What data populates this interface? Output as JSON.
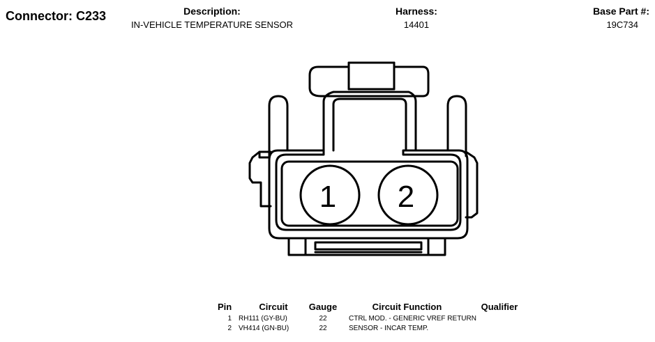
{
  "header": {
    "connector_label": "Connector: C233",
    "description_label": "Description:",
    "description_value": "IN-VEHICLE TEMPERATURE SENSOR",
    "harness_label": "Harness:",
    "harness_value": "14401",
    "base_part_label": "Base Part #:",
    "base_part_value": "19C734"
  },
  "connector": {
    "pin_labels": [
      "1",
      "2"
    ]
  },
  "pin_table": {
    "columns": [
      "Pin",
      "Circuit",
      "Gauge",
      "Circuit Function",
      "Qualifier"
    ],
    "rows": [
      {
        "pin": "1",
        "circuit": "RH111 (GY-BU)",
        "gauge": "22",
        "function": "CTRL MOD. - GENERIC VREF RETURN",
        "qualifier": ""
      },
      {
        "pin": "2",
        "circuit": "VH414 (GN-BU)",
        "gauge": "22",
        "function": "SENSOR - INCAR TEMP.",
        "qualifier": ""
      }
    ]
  }
}
